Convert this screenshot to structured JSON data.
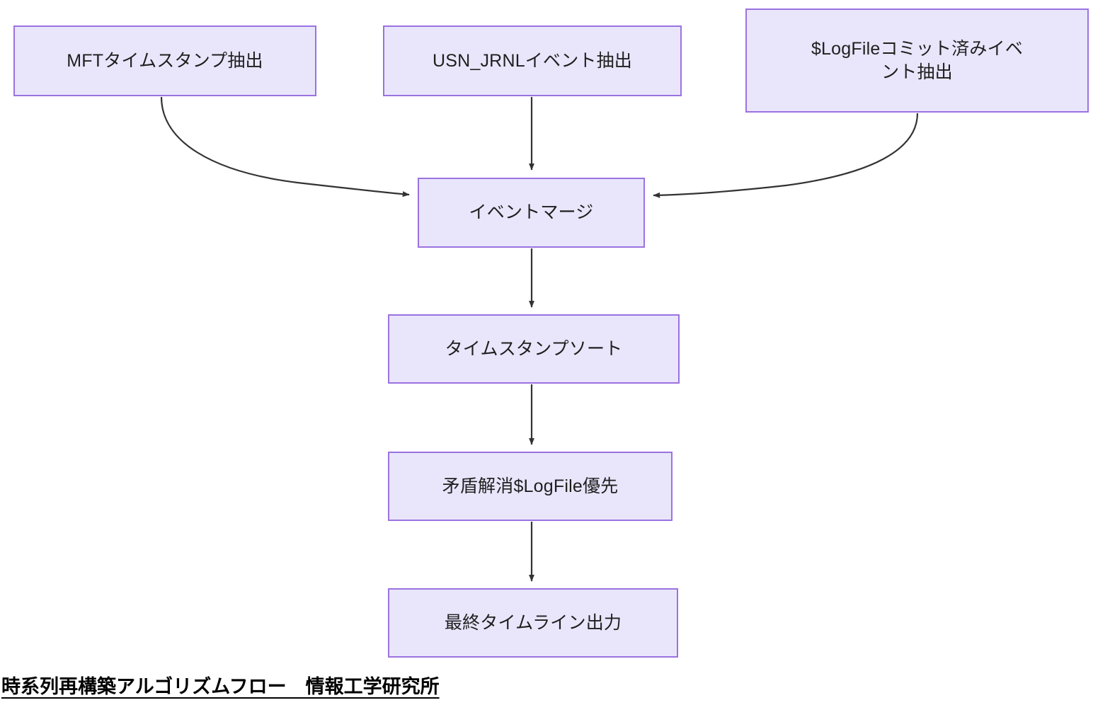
{
  "diagram": {
    "title": "時系列再構築アルゴリズムフロー　情報工学研究所",
    "colors": {
      "node_fill": "#e9e6fb",
      "node_border": "#9b72e0",
      "edge": "#333333",
      "text": "#1f1f1f",
      "background": "#ffffff"
    },
    "nodes": [
      {
        "id": "mft",
        "label": "MFTタイムスタンプ抽出"
      },
      {
        "id": "usn",
        "label": "USN_JRNLイベント抽出"
      },
      {
        "id": "logfile",
        "label": "$LogFileコミット済みイベ\nント抽出"
      },
      {
        "id": "merge",
        "label": "イベントマージ"
      },
      {
        "id": "sort",
        "label": "タイムスタンプソート"
      },
      {
        "id": "resolve",
        "label": "矛盾解消$LogFile優先"
      },
      {
        "id": "output",
        "label": "最終タイムライン出力"
      }
    ],
    "edges": [
      {
        "from": "mft",
        "to": "merge",
        "style": "curved"
      },
      {
        "from": "usn",
        "to": "merge",
        "style": "straight"
      },
      {
        "from": "logfile",
        "to": "merge",
        "style": "curved"
      },
      {
        "from": "merge",
        "to": "sort",
        "style": "straight"
      },
      {
        "from": "sort",
        "to": "resolve",
        "style": "straight"
      },
      {
        "from": "resolve",
        "to": "output",
        "style": "straight"
      }
    ]
  }
}
